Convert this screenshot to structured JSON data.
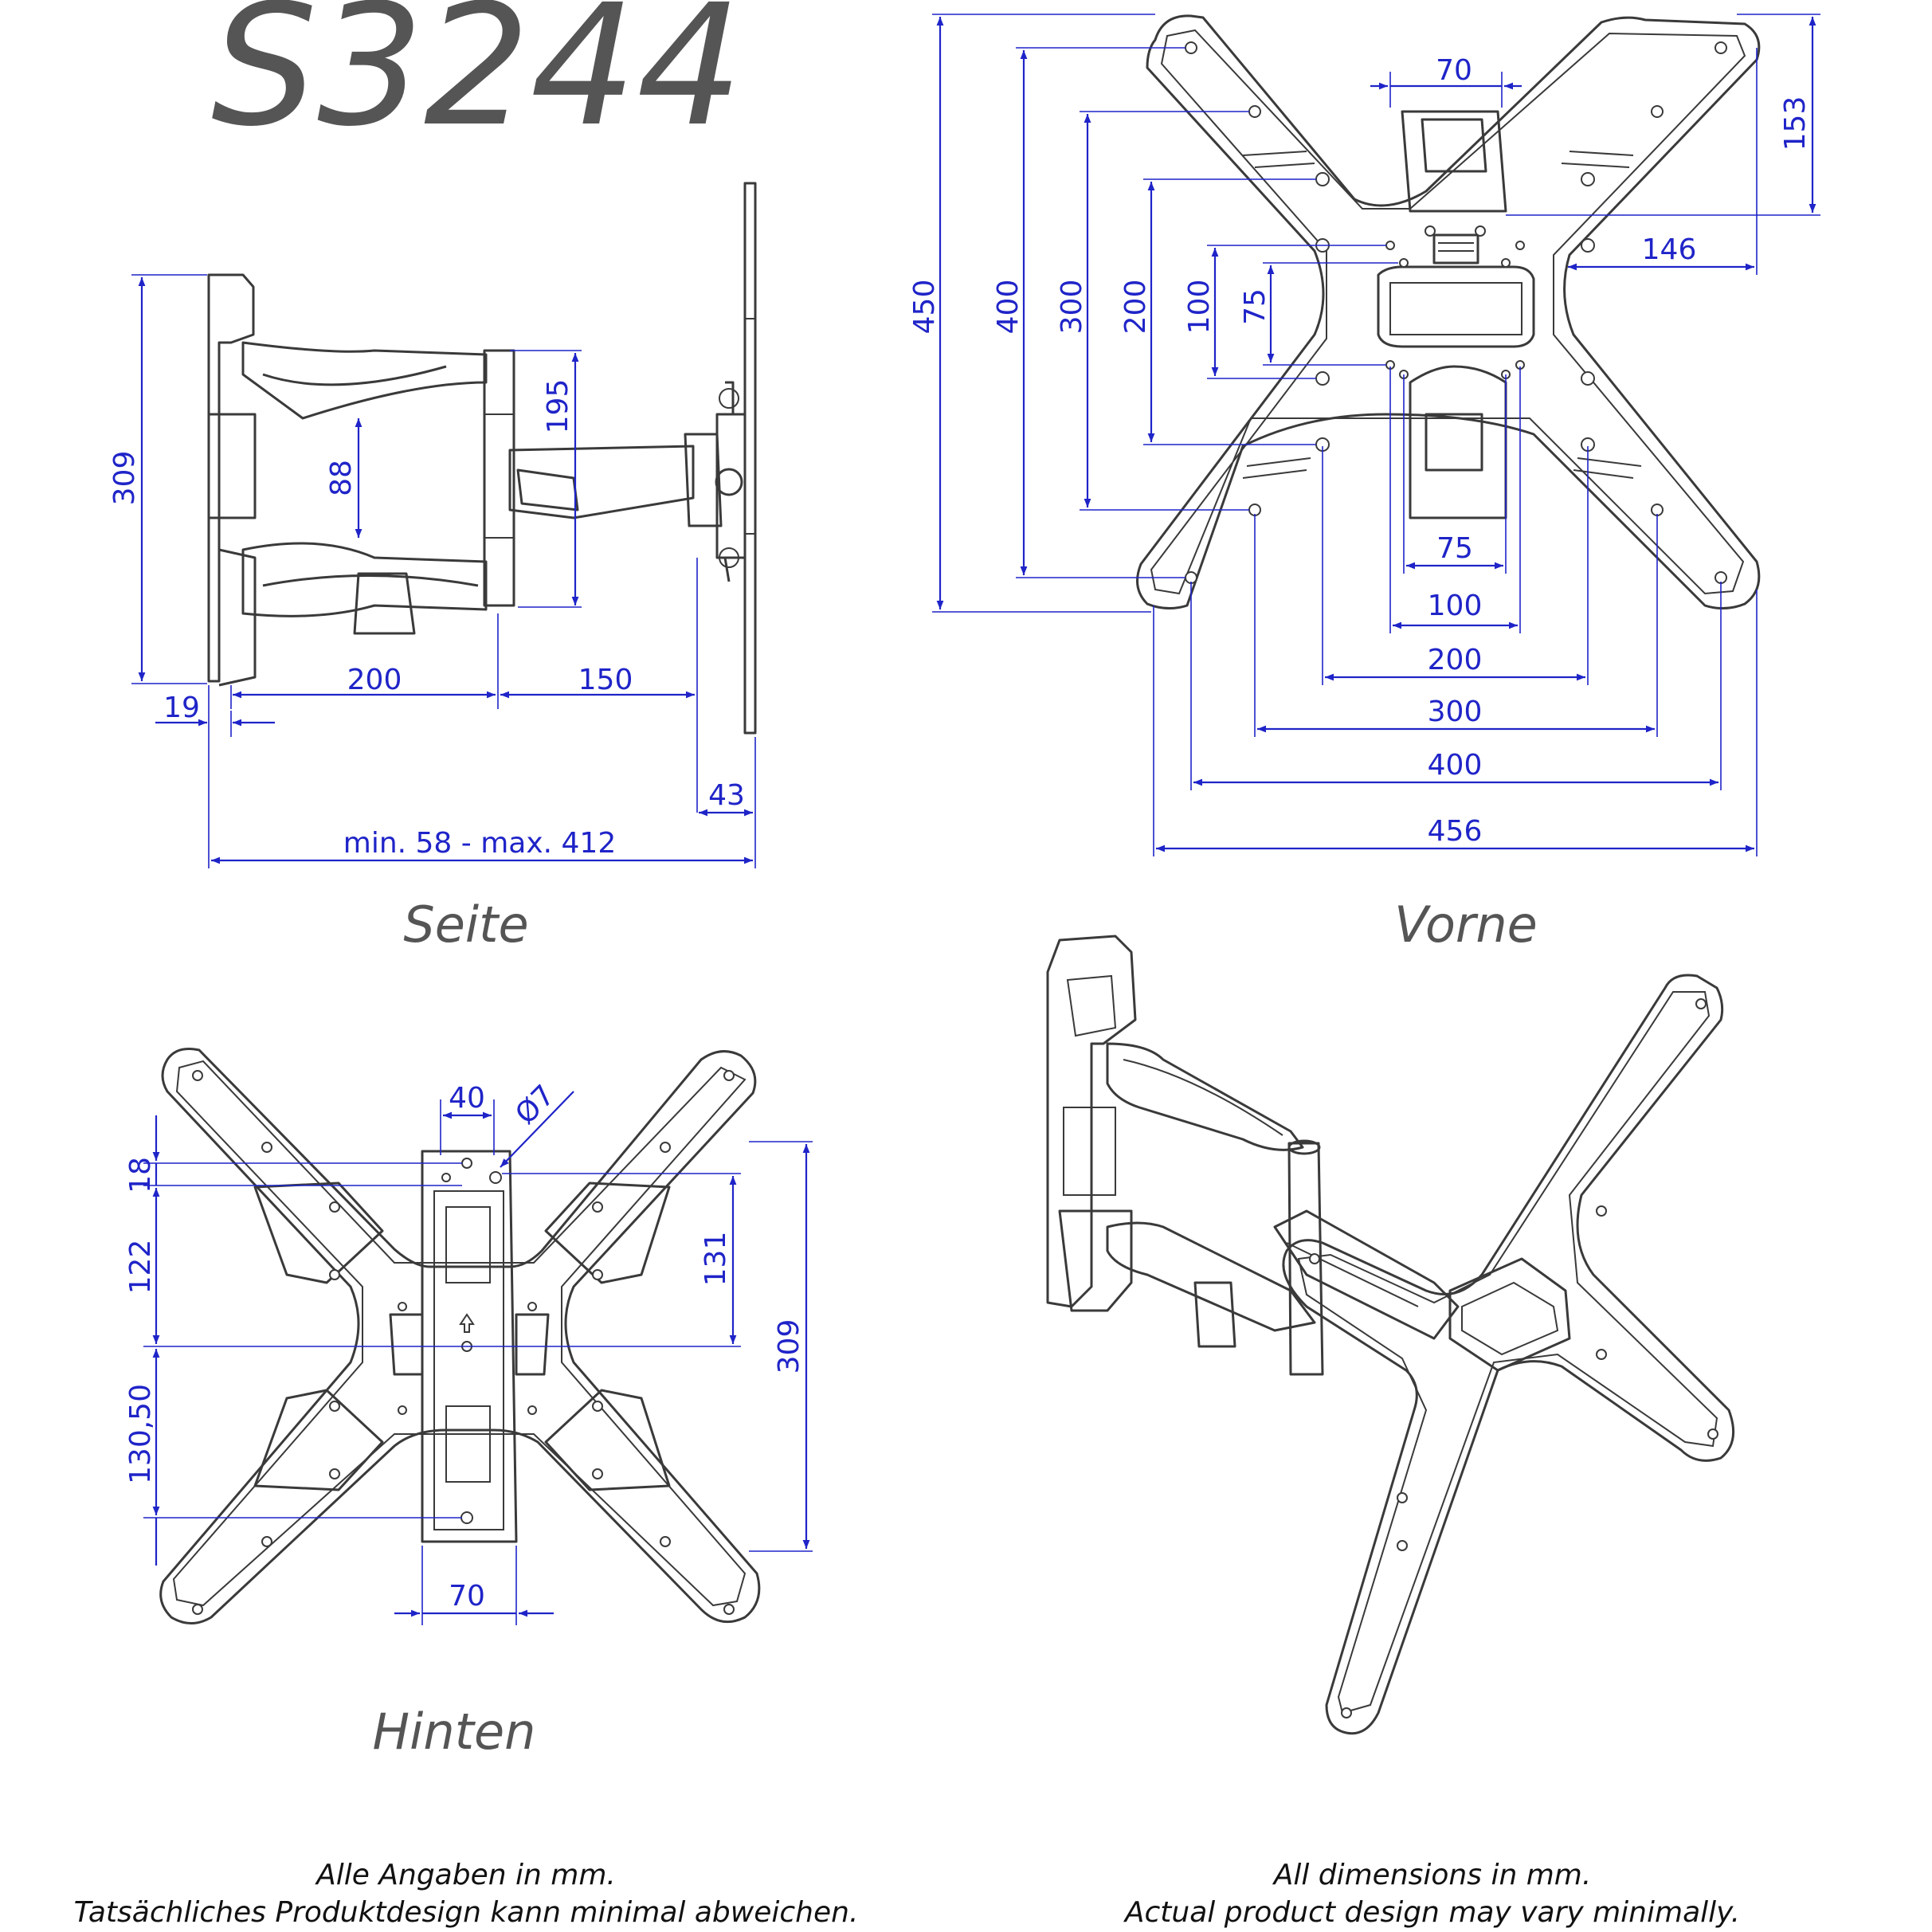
{
  "title": "S3244",
  "views": {
    "side": "Seite",
    "front": "Vorne",
    "back": "Hinten"
  },
  "side_dims": {
    "height": "309",
    "arm_gap": "88",
    "joint": "195",
    "arm1": "200",
    "arm2": "150",
    "wall": "19",
    "plate": "43",
    "depth": "min. 58 - max. 412"
  },
  "front_dims": {
    "v450": "450",
    "v400": "400",
    "v300": "300",
    "v200": "200",
    "v100": "100",
    "v75": "75",
    "top70": "70",
    "r153": "153",
    "r146": "146",
    "h75": "75",
    "h100": "100",
    "h200": "200",
    "h300": "300",
    "h400": "400",
    "h456": "456"
  },
  "back_dims": {
    "d40": "40",
    "dia": "Ø7",
    "d18": "18",
    "d122": "122",
    "d13050": "130,50",
    "d131": "131",
    "d309": "309",
    "d70": "70"
  },
  "notes": {
    "de_line1": "Alle Angaben in mm.",
    "de_line2": "Tatsächliches Produktdesign kann minimal abweichen.",
    "en_line1": "All dimensions in mm.",
    "en_line2": "Actual product design may vary minimally."
  }
}
